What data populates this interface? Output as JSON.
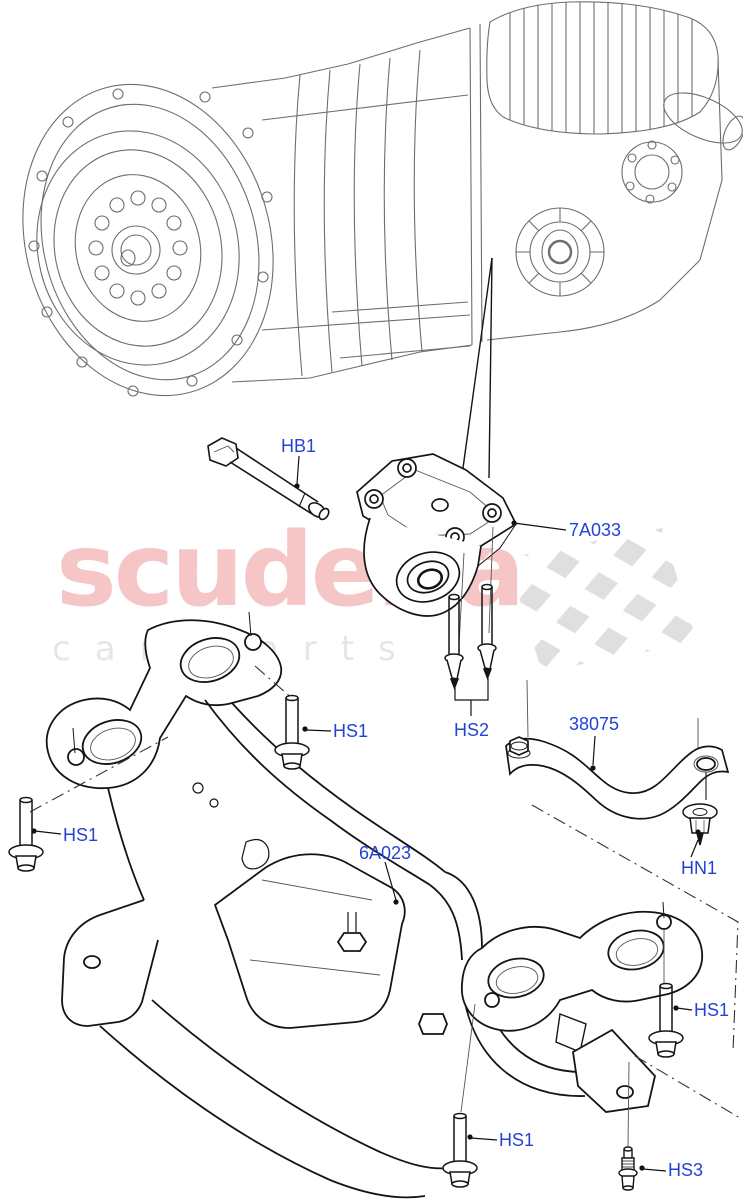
{
  "watermark": {
    "brand": "scuderia",
    "tagline": "car parts"
  },
  "callouts": {
    "hb1": "HB1",
    "part_7a033": "7A033",
    "hs2": "HS2",
    "part_38075": "38075",
    "hs1_upper": "HS1",
    "hs1_left": "HS1",
    "part_6a023": "6A023",
    "hn1": "HN1",
    "hs1_right": "HS1",
    "hs1_bottom": "HS1",
    "hs3": "HS3"
  },
  "colors": {
    "callout": "#2343d7",
    "watermark_brand": "#f6c5c5",
    "watermark_tagline": "#e6e6e6",
    "flag": "#dfdfdf",
    "line_dark": "#141414",
    "line_gray": "#6e6e6e"
  }
}
